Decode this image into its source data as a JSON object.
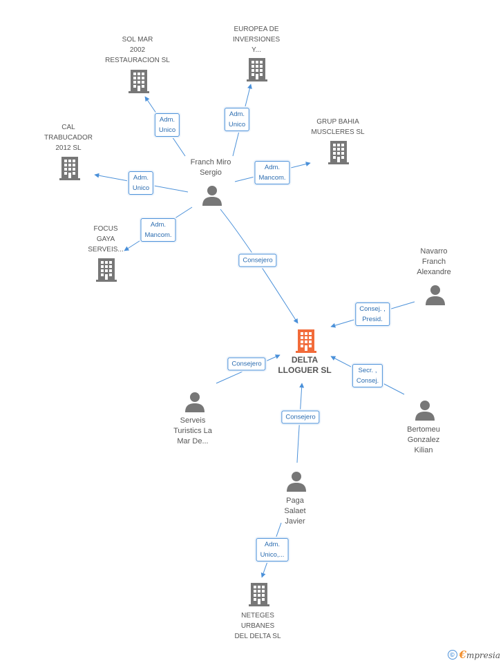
{
  "nodes": {
    "sol_mar": {
      "label": "SOL MAR\n2002\nRESTAURACION SL",
      "kind": "company"
    },
    "europea": {
      "label": "EUROPEA DE\nINVERSIONES\nY...",
      "kind": "company"
    },
    "grup_bahia": {
      "label": "GRUP BAHIA\nMUSCLERES SL",
      "kind": "company"
    },
    "cal_trabucador": {
      "label": "CAL\nTRABUCADOR\n2012 SL",
      "kind": "company"
    },
    "focus_gaya": {
      "label": "FOCUS\nGAYA\nSERVEIS...",
      "kind": "company"
    },
    "franch_miro": {
      "label": "Franch Miro\nSergio",
      "kind": "person"
    },
    "navarro": {
      "label": "Navarro\nFranch\nAlexandre",
      "kind": "person"
    },
    "delta": {
      "label": "DELTA\nLLOGUER SL",
      "kind": "main-company"
    },
    "serveis_turistics": {
      "label": "Serveis\nTuristics La\nMar De...",
      "kind": "person"
    },
    "bertomeu": {
      "label": "Bertomeu\nGonzalez\nKilian",
      "kind": "person"
    },
    "paga_salaet": {
      "label": "Paga\nSalaet\nJavier",
      "kind": "person"
    },
    "neteges": {
      "label": "NETEGES\nURBANES\nDEL DELTA SL",
      "kind": "company"
    }
  },
  "edges": [
    {
      "from": "franch_miro",
      "to": "sol_mar",
      "label": "Adm.\nUnico"
    },
    {
      "from": "franch_miro",
      "to": "europea",
      "label": "Adm.\nUnico"
    },
    {
      "from": "franch_miro",
      "to": "grup_bahia",
      "label": "Adm.\nMancom."
    },
    {
      "from": "franch_miro",
      "to": "cal_trabucador",
      "label": "Adm.\nUnico"
    },
    {
      "from": "franch_miro",
      "to": "focus_gaya",
      "label": "Adm.\nMancom."
    },
    {
      "from": "franch_miro",
      "to": "delta",
      "label": "Consejero"
    },
    {
      "from": "navarro",
      "to": "delta",
      "label": "Consej. ,\nPresid."
    },
    {
      "from": "serveis_turistics",
      "to": "delta",
      "label": "Consejero"
    },
    {
      "from": "bertomeu",
      "to": "delta",
      "label": "Secr. ,\nConsej."
    },
    {
      "from": "paga_salaet",
      "to": "delta",
      "label": "Consejero"
    },
    {
      "from": "paga_salaet",
      "to": "neteges",
      "label": "Adm.\nUnico,..."
    }
  ],
  "colors": {
    "company_icon": "#777777",
    "main_company_icon": "#f26b3a",
    "person_icon": "#777777",
    "edge": "#4a90d9"
  },
  "footer": {
    "copyright_symbol": "©",
    "brand_initial": "€",
    "brand_rest": "mpresia"
  }
}
